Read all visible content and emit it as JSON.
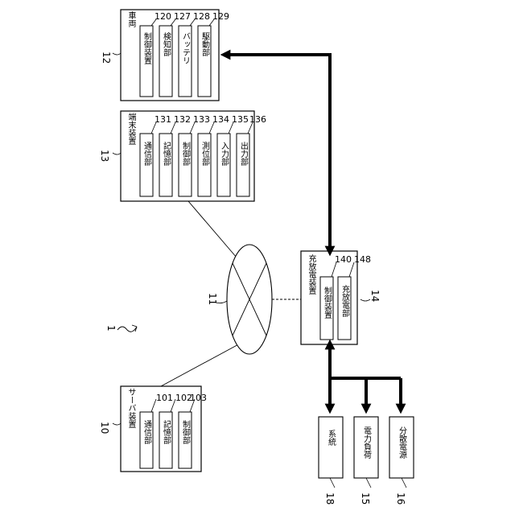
{
  "system_label": "1",
  "network": {
    "ref": "11"
  },
  "vehicle": {
    "ref": "12",
    "title": "車両",
    "units": [
      {
        "ref": "120",
        "label": "制御装置"
      },
      {
        "ref": "127",
        "label": "検知部"
      },
      {
        "ref": "128",
        "label": "バッテリ"
      },
      {
        "ref": "129",
        "label": "駆動部"
      }
    ]
  },
  "terminal": {
    "ref": "13",
    "title": "端末装置",
    "units": [
      {
        "ref": "131",
        "label": "通信部"
      },
      {
        "ref": "132",
        "label": "記憶部"
      },
      {
        "ref": "133",
        "label": "制御部"
      },
      {
        "ref": "134",
        "label": "測位部"
      },
      {
        "ref": "135",
        "label": "入力部"
      },
      {
        "ref": "136",
        "label": "出力部"
      }
    ]
  },
  "charger": {
    "ref": "14",
    "title": "充放電装置",
    "units": [
      {
        "ref": "140",
        "label": "制御装置"
      },
      {
        "ref": "148",
        "label": "充放電部"
      }
    ]
  },
  "server": {
    "ref": "10",
    "title": "サーバ装置",
    "units": [
      {
        "ref": "101",
        "label": "通信部"
      },
      {
        "ref": "102",
        "label": "記憶部"
      },
      {
        "ref": "103",
        "label": "制御部"
      }
    ]
  },
  "grid": {
    "ref": "18",
    "label": "系統"
  },
  "load": {
    "ref": "15",
    "label": "電力負荷"
  },
  "distributed_source": {
    "ref": "16",
    "label": "分散電源"
  }
}
